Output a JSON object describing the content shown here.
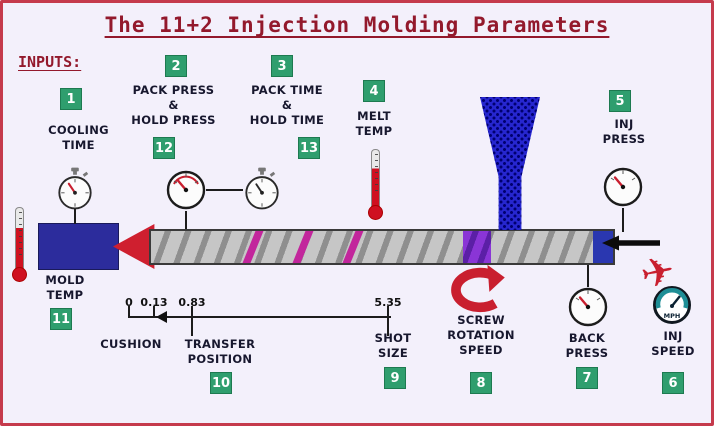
{
  "title": "The 11+2 Injection Molding Parameters",
  "inputs_label": "INPUTS:",
  "params": {
    "cooling_time": {
      "num": "1",
      "label": "COOLING\nTIME"
    },
    "pack_press": {
      "num": "2",
      "num_alt": "12",
      "label": "PACK PRESS\n&\nHOLD PRESS"
    },
    "pack_time": {
      "num": "3",
      "num_alt": "13",
      "label": "PACK TIME\n&\nHOLD TIME"
    },
    "melt_temp": {
      "num": "4",
      "label": "MELT\nTEMP"
    },
    "inj_press": {
      "num": "5",
      "label": "INJ\nPRESS"
    },
    "inj_speed": {
      "num": "6",
      "label": "INJ\nSPEED"
    },
    "back_press": {
      "num": "7",
      "label": "BACK\nPRESS"
    },
    "screw_rotation_speed": {
      "num": "8",
      "label": "SCREW\nROTATION\nSPEED"
    },
    "shot_size": {
      "num": "9",
      "label": "SHOT\nSIZE"
    },
    "transfer_position": {
      "num": "10",
      "label": "TRANSFER\nPOSITION"
    },
    "mold_temp": {
      "num": "11",
      "label": "MOLD\nTEMP"
    },
    "cushion": {
      "label": "CUSHION"
    }
  },
  "ruler": {
    "ticks": [
      "0",
      "0.13",
      "0.83",
      "5.35"
    ]
  },
  "speedometer": {
    "unit": "MPH"
  },
  "icons": {
    "airplane": "✈"
  },
  "colors": {
    "border_red": "#c53a4c",
    "title_maroon": "#93192c",
    "badge_green": "#2f9e6e",
    "label_navy": "#17172e",
    "mold_blue": "#2c2c9c",
    "hopper_blue": "#2626cf",
    "arrow_red": "#cf1f2f",
    "background": "#f3f0fb"
  }
}
